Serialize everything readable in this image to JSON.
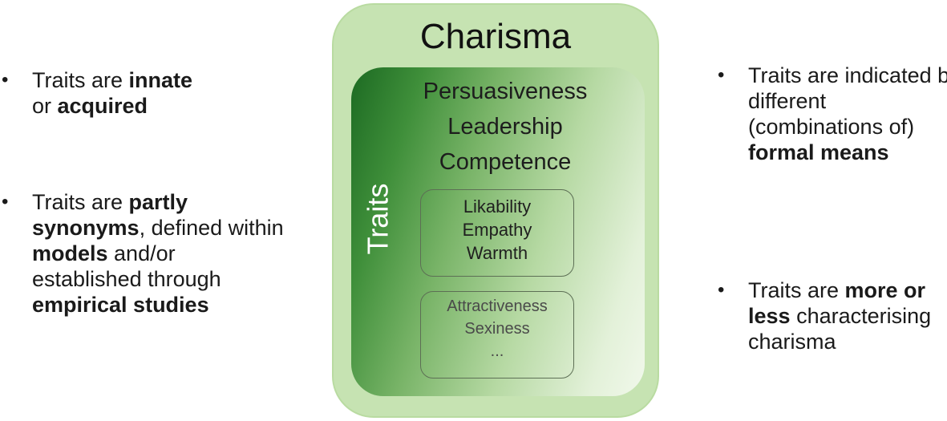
{
  "left_bullets": [
    {
      "parts": [
        "Traits are ",
        "innate",
        " or ",
        "acquired",
        ""
      ]
    },
    {
      "parts": [
        "Traits are ",
        "partly synonyms",
        ", defined within ",
        "models",
        " and/or established through ",
        "empirical studies",
        ""
      ]
    }
  ],
  "right_bullets": [
    {
      "parts": [
        "Traits are indicated by different (combinations of) ",
        "formal means",
        ""
      ]
    },
    {
      "parts": [
        "Traits are ",
        "more or less",
        " characterising charisma"
      ]
    }
  ],
  "diagram": {
    "title": "Charisma",
    "side_label": "Traits",
    "primary_traits": [
      "Persuasiveness",
      "Leadership",
      "Competence"
    ],
    "box1": [
      "Likability",
      "Empathy",
      "Warmth"
    ],
    "box2": [
      "Attractiveness",
      "Sexiness",
      "..."
    ]
  },
  "colors": {
    "outer_box": "#c6e3b2",
    "inner_gradient_dark": "#1c6a22",
    "inner_gradient_light": "#f1f8eb"
  }
}
